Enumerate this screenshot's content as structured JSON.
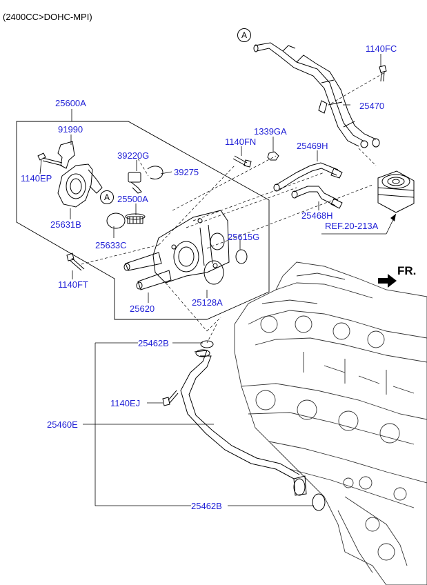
{
  "engine_caption": "(2400CC>DOHC-MPI)",
  "direction_label": "FR.",
  "reference_marker": "A",
  "parts": {
    "p25600A": "25600A",
    "p91990": "91990",
    "p1140EP": "1140EP",
    "p25631B": "25631B",
    "p39220G": "39220G",
    "p39275": "39275",
    "p25500A": "25500A",
    "p25633C": "25633C",
    "p1140FT": "1140FT",
    "p25620": "25620",
    "p25128A": "25128A",
    "p25615G": "25615G",
    "p1140FN": "1140FN",
    "p1339GA": "1339GA",
    "p25469H": "25469H",
    "p25468H": "25468H",
    "p1140FC": "1140FC",
    "p25470": "25470",
    "ref": "REF.20-213A",
    "p25462B_top": "25462B",
    "p1140EJ": "1140EJ",
    "p25460E": "25460E",
    "p25462B_bottom": "25462B"
  }
}
